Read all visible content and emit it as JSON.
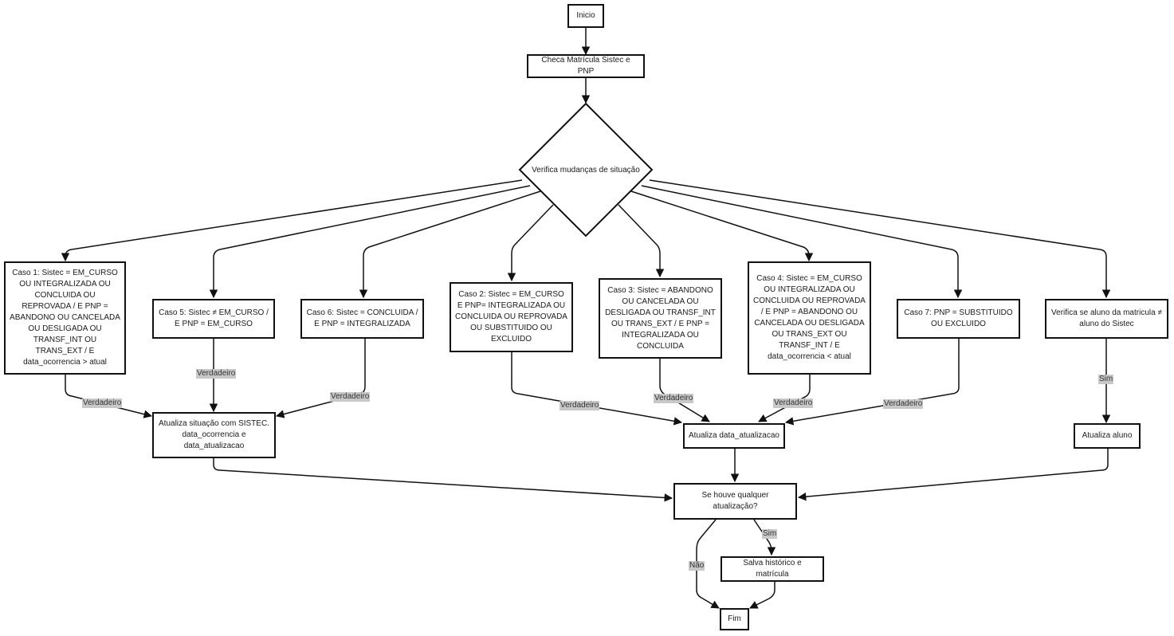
{
  "nodes": {
    "inicio": "Inicio",
    "checa": "Checa Matrícula Sistec e PNP",
    "verifica": "Verifica mudanças de situação",
    "caso1": "Caso 1: Sistec = EM_CURSO OU INTEGRALIZADA OU CONCLUIDA OU REPROVADA / E PNP = ABANDONO OU CANCELADA OU DESLIGADA OU TRANSF_INT OU TRANS_EXT / E data_ocorrencia > atual",
    "caso5": "Caso 5: Sistec ≠ EM_CURSO / E PNP = EM_CURSO",
    "caso6": "Caso 6: Sistec = CONCLUIDA / E PNP = INTEGRALIZADA",
    "caso2": "Caso 2: Sistec = EM_CURSO E PNP= INTEGRALIZADA OU CONCLUIDA OU REPROVADA OU SUBSTITUIDO OU EXCLUIDO",
    "caso3": "Caso 3: Sistec = ABANDONO OU CANCELADA OU DESLIGADA OU TRANSF_INT OU TRANS_EXT / E PNP = INTEGRALIZADA OU CONCLUIDA",
    "caso4": "Caso 4: Sistec = EM_CURSO OU INTEGRALIZADA OU CONCLUIDA OU REPROVADA / E PNP = ABANDONO OU CANCELADA OU DESLIGADA OU TRANS_EXT OU TRANSF_INT / E data_ocorrencia < atual",
    "caso7": "Caso 7: PNP = SUBSTITUIDO OU EXCLUIDO",
    "verifica_aluno": "Verifica se aluno da matricula ≠ aluno do Sistec",
    "atualiza_situacao": "Atualiza situação com SISTEC. data_ocorrencia e data_atualizacao",
    "atualiza_data": "Atualiza data_atualizacao",
    "atualiza_aluno": "Atualiza aluno",
    "se_houve": "Se houve qualquer atualização?",
    "salva": "Salva histórico e matrícula",
    "fim": "Fim"
  },
  "edge_labels": {
    "caso1": "Verdadeiro",
    "caso5": "Verdadeiro",
    "caso6": "Verdadeiro",
    "caso2": "Verdadeiro",
    "caso3": "Verdadeiro",
    "caso4": "Verdadeiro",
    "caso7": "Verdadeiro",
    "verifica_aluno": "Sim",
    "se_houve_sim": "Sim",
    "se_houve_nao": "Não"
  },
  "colors": {
    "stroke": "#111111",
    "label_bg": "#c8c8c8"
  }
}
